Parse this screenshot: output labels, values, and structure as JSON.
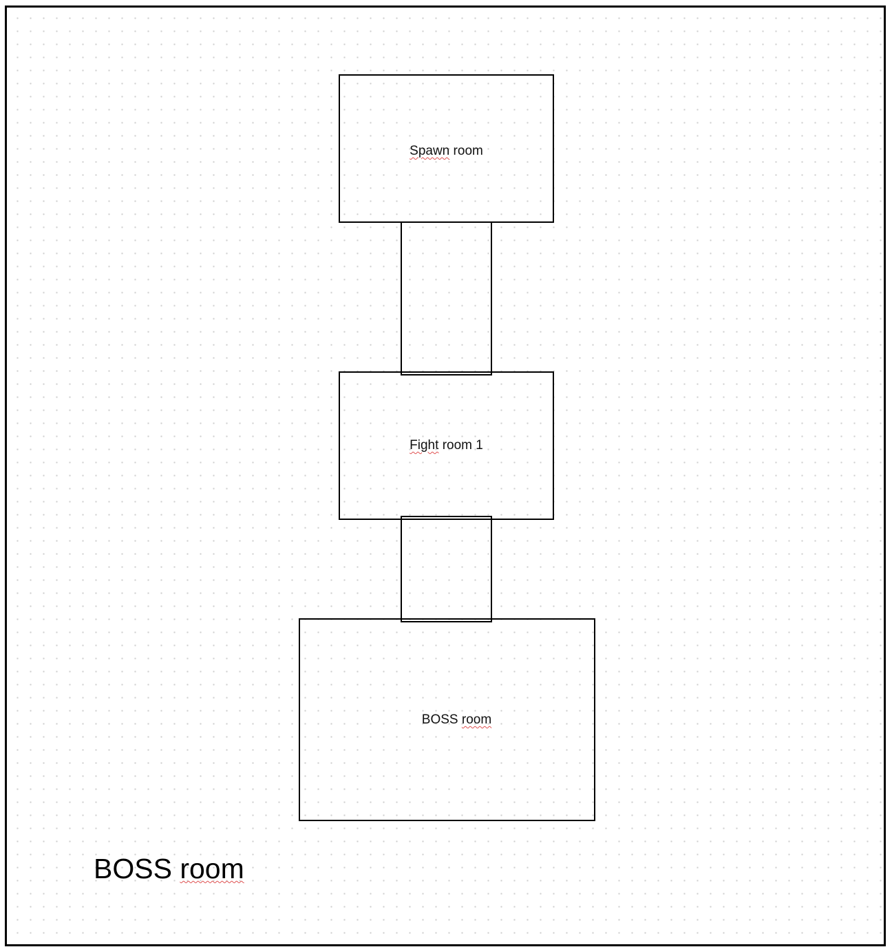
{
  "diagram": {
    "rooms": [
      {
        "id": "spawn",
        "word1": "Spawn",
        "word2": "room",
        "squiggle": "word1"
      },
      {
        "id": "fight1",
        "word1": "Fight",
        "word2": "room 1",
        "squiggle": "word1"
      },
      {
        "id": "boss",
        "word1": "BOSS",
        "word2": "room",
        "squiggle": "word2"
      }
    ],
    "corridors": 2,
    "caption": {
      "word1": "BOSS",
      "word2": "room"
    }
  },
  "colors": {
    "stroke": "#000000",
    "grid_dot": "#cfcfcf",
    "spellcheck": "#e05050"
  }
}
